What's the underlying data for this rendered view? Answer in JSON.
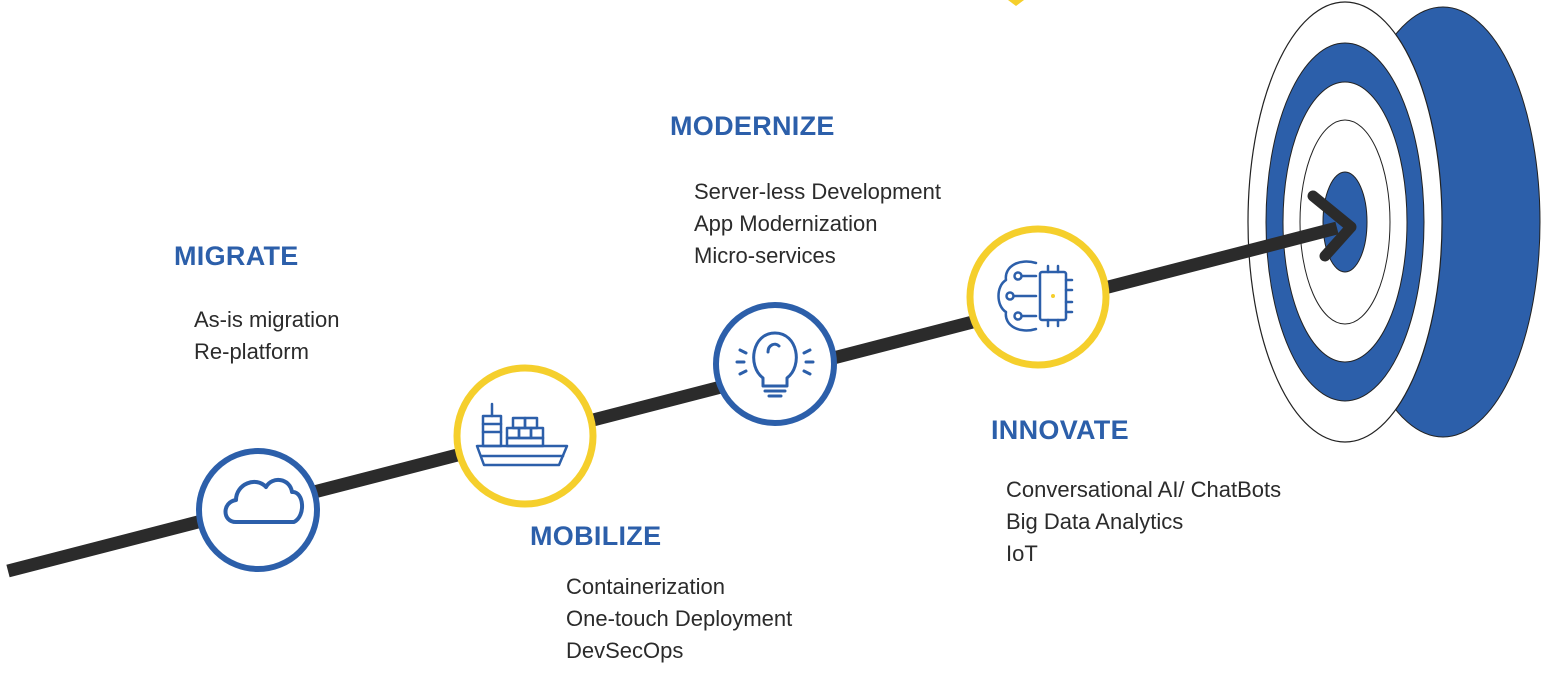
{
  "colors": {
    "primary_blue": "#2c5faa",
    "accent_yellow": "#f5cf2c",
    "arrow": "#2b2b2b",
    "text": "#2b2b2b"
  },
  "stages": [
    {
      "key": "migrate",
      "title": "MIGRATE",
      "items": [
        "As-is migration",
        "Re-platform"
      ],
      "icon": "cloud-icon",
      "ring": "primary_blue"
    },
    {
      "key": "mobilize",
      "title": "MOBILIZE",
      "items": [
        "Containerization",
        "One-touch Deployment",
        "DevSecOps"
      ],
      "icon": "cargo-ship-icon",
      "ring": "accent_yellow"
    },
    {
      "key": "modernize",
      "title": "MODERNIZE",
      "items": [
        "Server-less Development",
        "App Modernization",
        "Micro-services"
      ],
      "icon": "lightbulb-icon",
      "ring": "primary_blue"
    },
    {
      "key": "innovate",
      "title": "INNOVATE",
      "items": [
        "Conversational AI/ ChatBots",
        "Big Data Analytics",
        "IoT"
      ],
      "icon": "ai-brain-chip-icon",
      "ring": "accent_yellow"
    }
  ],
  "goal_icon": "target-icon"
}
